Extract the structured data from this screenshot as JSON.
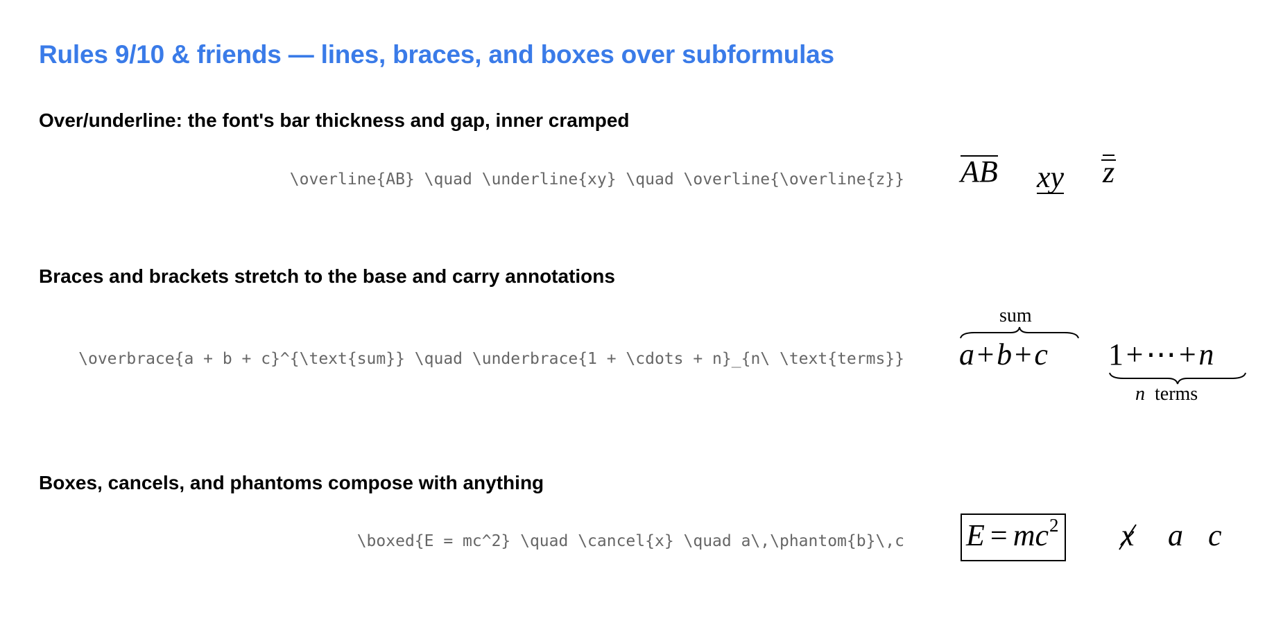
{
  "page": {
    "title": "Rules 9/10 & friends — lines, braces, and boxes over subformulas"
  },
  "sections": [
    {
      "heading": "Over/underline: the font's bar thickness and gap, inner cramped",
      "source": "\\overline{AB} \\quad \\underline{xy} \\quad \\overline{\\overline{z}}",
      "render": {
        "overline_base": "AB",
        "underline_base": "xy",
        "double_overline_base": "z"
      }
    },
    {
      "heading": "Braces and brackets stretch to the base and carry annotations",
      "source": "\\overbrace{a + b + c}^{\\text{sum}} \\quad \\underbrace{1 + \\cdots + n}_{n\\ \\text{terms}}",
      "render": {
        "overbrace_a": "a",
        "overbrace_b": "b",
        "overbrace_c": "c",
        "overbrace_label": "sum",
        "underbrace_one": "1",
        "underbrace_dots": "⋯",
        "underbrace_n": "n",
        "underbrace_label_var": "n",
        "underbrace_label_text": "terms"
      }
    },
    {
      "heading": "Boxes, cancels, and phantoms compose with anything",
      "source": "\\boxed{E = mc^2} \\quad \\cancel{x} \\quad a\\,\\phantom{b}\\,c",
      "render": {
        "boxed_E": "E",
        "boxed_eq": "=",
        "boxed_mc": "mc",
        "boxed_exp": "2",
        "cancel_var": "x",
        "phantom_a": "a",
        "phantom_c": "c"
      }
    }
  ]
}
